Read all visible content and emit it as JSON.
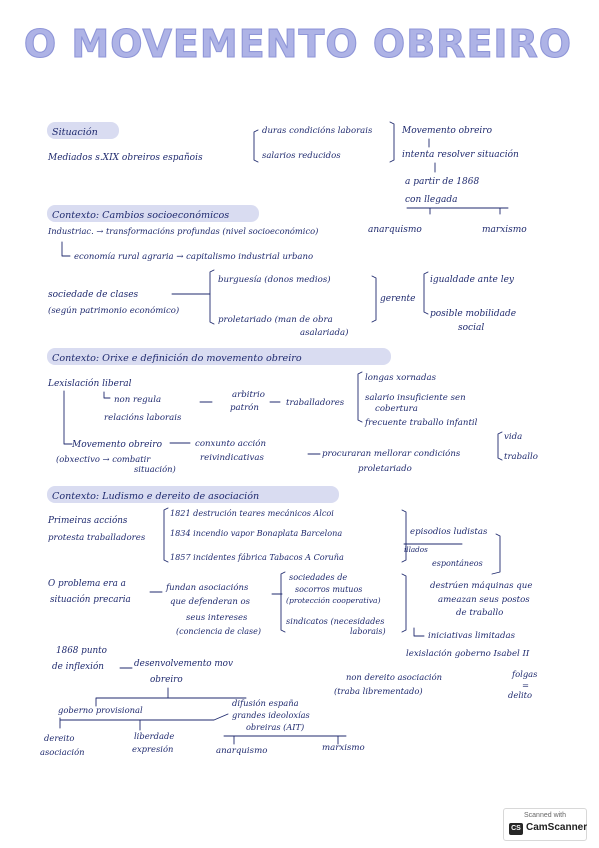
{
  "title": "O MOVEMENTO OBREIRO",
  "s1": {
    "heading": "Situación",
    "mediados": "Mediados s.XIX obreiros españois",
    "b1": "duras condicións laborais",
    "b2": "salarios reducidos",
    "r1": "Movemento obreiro",
    "r2": "intenta resolver situación",
    "r3": "a partir de 1868",
    "r4": "con llegada"
  },
  "s2": {
    "heading": "Contexto: Cambios socioeconómicos",
    "ind": "Industriac. → transformacións profundas (nivel socioeconómico)",
    "anarq": "anarquismo",
    "marx": "marxismo",
    "econ": "economía rural agraria → capitalismo industrial urbano",
    "soc1": "sociedade de clases",
    "soc2": "(según patrimonio económico)",
    "burg": "burguesía (donos medios)",
    "prol1": "proletariado (man de obra",
    "prol2": "asalariada)",
    "gerente": "gerente",
    "ig": "igualdade ante ley",
    "mob1": "posible mobilidade",
    "mob2": "social"
  },
  "s3": {
    "heading": "Contexto: Orixe e definición do movemento obreiro",
    "lex": "Lexislación liberal",
    "nonreg1": "non regula",
    "nonreg2": "relacións laborais",
    "arb1": "arbitrio",
    "arb2": "patrón",
    "trab": "traballadores",
    "longas": "longas xornadas",
    "salario1": "salario insuficiente sen",
    "salario2": "cobertura",
    "frec": "frecuente traballo infantil",
    "mov": "Movemento obreiro",
    "obx1": "(obxectivo → combatir",
    "obx2": "situación)",
    "conx1": "conxunto acción",
    "conx2": "reivindicativas",
    "proc": "procuraran mellorar condicións",
    "prolet": "proletariado",
    "vida": "vida",
    "traballo": "traballo"
  },
  "s4": {
    "heading": "Contexto: Ludismo e dereito de asociación",
    "prim1": "Primeiras accións",
    "prim2": "protesta traballadores",
    "e1": "1821 destrución teares mecánicos Alcoi",
    "e2": "1834 incendio vapor Bonaplata Barcelona",
    "e3": "1857 incidentes fábrica Tabacos A Coruña",
    "epis": "episodios ludistas",
    "illados": "illados",
    "espont": "espontáneos",
    "prob1": "O problema era a",
    "prob2": "situación precaria",
    "fund1": "fundan asociacións",
    "fund2": "que defenderan os",
    "fund3": "seus intereses",
    "fund4": "(conciencia de clase)",
    "socs1": "sociedades de",
    "socs2": "socorros mutuos",
    "socs3": "(protección cooperativa)",
    "sind1": "sindicatos (necesidades",
    "sind2": "laborais)",
    "destr1": "destrúen máquinas que",
    "destr2": "ameazan seus postos",
    "destr3": "de traballo",
    "inic": "iniciativas limitadas",
    "lex": "lexislación goberno Isabel II",
    "punto1": "1868 punto",
    "punto2": "de inflexión",
    "desen1": "desenvolvemento mov",
    "desen2": "obreiro",
    "nonder1": "non dereito asociación",
    "nonder2": "(traba librementado)",
    "folgas1": "folgas",
    "folgas2": "=",
    "folgas3": "delito",
    "gob": "goberno provisional",
    "difu1": "difusión españa",
    "difu2": "grandes ideoloxías",
    "difu3": "obreiras (AIT)",
    "dereito1": "dereito",
    "dereito2": "asociación",
    "lib1": "liberdade",
    "lib2": "expresión",
    "anarq": "anarquismo",
    "marx": "marxismo"
  },
  "badge": {
    "scanned": "Scanned with",
    "logo": "CS",
    "brand": "CamScanner"
  }
}
